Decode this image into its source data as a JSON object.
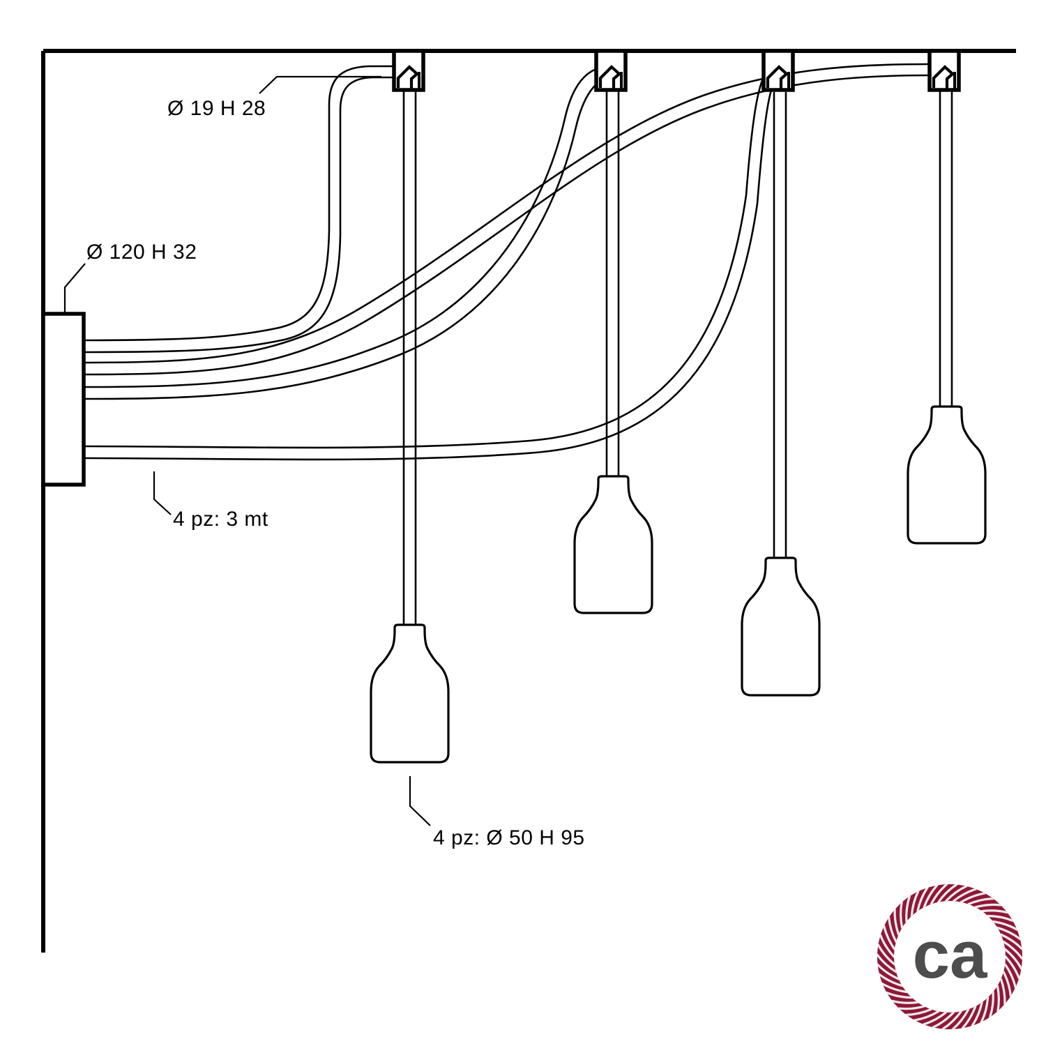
{
  "drawing": {
    "title": "Technical dimension drawing - 4-light pendant lamp with wall/ceiling rose",
    "units": "mm",
    "line_color": "#000000",
    "background_color": "#ffffff",
    "labels": {
      "canopy": "Ø 120 H 32",
      "ceiling_rose": "Ø 19 H 28",
      "cables": "4 pz: 3 mt",
      "lamp_holders": "4 pz: Ø 50 H 95"
    },
    "components": [
      {
        "name": "wall-canopy",
        "label": "Ø 120 H 32",
        "diameter_mm": 120,
        "height_mm": 32,
        "quantity": 1
      },
      {
        "name": "ceiling-hook-rose",
        "label": "Ø 19 H 28",
        "diameter_mm": 19,
        "height_mm": 28,
        "quantity": 4
      },
      {
        "name": "textile-cable",
        "label": "4 pz: 3 mt",
        "quantity": 4,
        "length_m": 3
      },
      {
        "name": "lamp-holder",
        "label": "4 pz: Ø 50 H 95",
        "quantity": 4,
        "diameter_mm": 50,
        "height_mm": 95
      }
    ]
  },
  "logo": {
    "text": "ca",
    "rope_color": "#8e1838",
    "rope_highlight": "#c3576f",
    "text_color": "#4d4d4d",
    "alt": "creative cables rope circle logo"
  }
}
